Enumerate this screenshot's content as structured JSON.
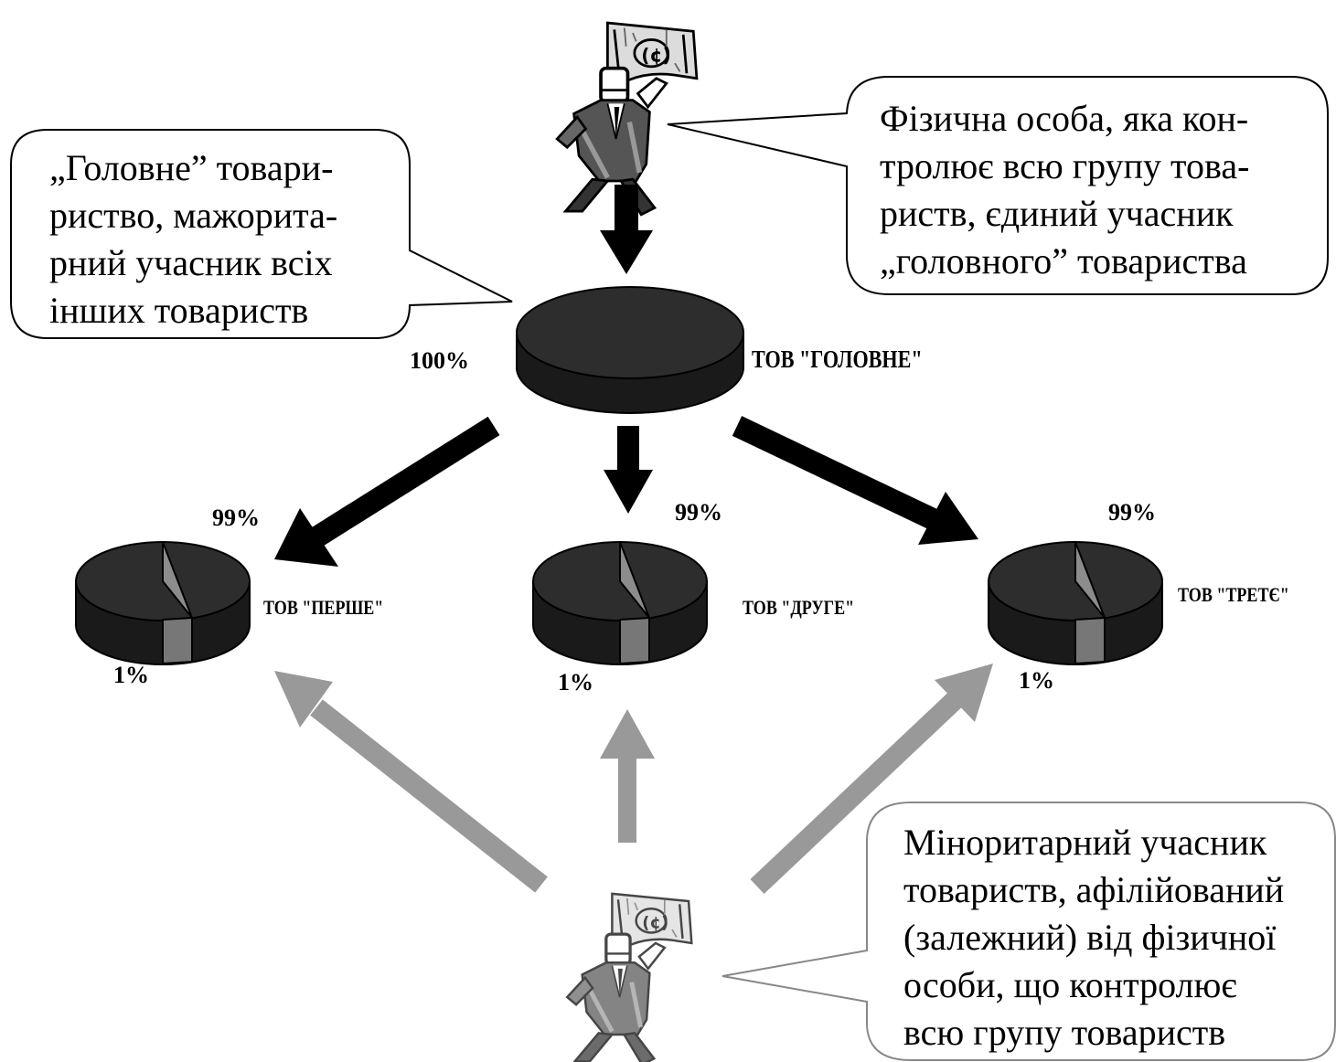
{
  "callouts": {
    "head_company": {
      "lines": [
        "„Головне” товари-",
        "риство, мажорита-",
        "рний учасник всіх",
        "інших товариств"
      ]
    },
    "individual": {
      "lines": [
        "Фізична особа, яка кон-",
        "тролює всю групу това-",
        "риств, єдиний учасник",
        "„головного” товариства"
      ]
    },
    "minority": {
      "lines": [
        "Міноритарний учасник",
        "товариств, афілійований",
        "(залежний) від фізичної",
        "особи, що контролює",
        "всю групу товариств"
      ]
    }
  },
  "companies": {
    "main": {
      "name": "ТОВ \"ГОЛОВНЕ\"",
      "share": "100%"
    },
    "first": {
      "name": "ТОВ \"ПЕРШЕ\"",
      "major_share": "99%",
      "minor_share": "1%"
    },
    "second": {
      "name": "ТОВ \"ДРУГЕ\"",
      "major_share": "99%",
      "minor_share": "1%"
    },
    "third": {
      "name": "ТОВ \"ТРЕТЄ\"",
      "major_share": "99%",
      "minor_share": "1%"
    }
  },
  "colors": {
    "control_arrow": "#000000",
    "minority_arrow": "#999999",
    "pie_dark": "#2b2b2b",
    "pie_side": "#1a1a1a",
    "slice": "#8c8c8c"
  },
  "icons": {
    "person": "businessman-with-banknote-icon"
  }
}
